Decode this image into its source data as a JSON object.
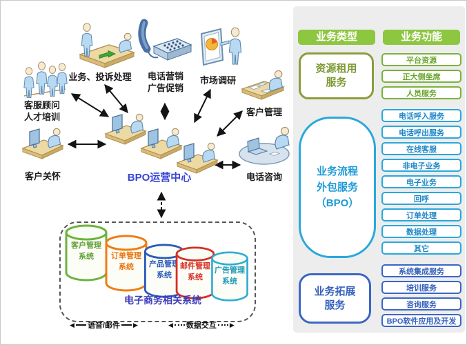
{
  "diagram": {
    "nodes": {
      "consultant_training": {
        "line1": "客服顾问",
        "line2": "人才培训"
      },
      "complaint_handling": {
        "label": "业务、投诉处理"
      },
      "telemarketing": {
        "line1": "电话营销",
        "line2": "广告促销"
      },
      "market_research": {
        "label": "市场调研"
      },
      "customer_care": {
        "label": "客户关怀"
      },
      "customer_management": {
        "label": "客户管理"
      },
      "phone_consultation": {
        "label": "电话咨询"
      },
      "bpo_center": {
        "label": "BPO运营中心",
        "color": "#3845d6"
      }
    },
    "database_group": {
      "title": "电子商务相关系统",
      "title_color": "#3a3ab8",
      "systems": [
        {
          "line1": "客户管理",
          "line2": "系统",
          "color": "#6cb33e"
        },
        {
          "line1": "订单管理",
          "line2": "系统",
          "color": "#f07d13"
        },
        {
          "line1": "产品管理",
          "line2": "系统",
          "color": "#2a5cb8"
        },
        {
          "line1": "邮件管理",
          "line2": "系统",
          "color": "#d52f21"
        },
        {
          "line1": "广告管理",
          "line2": "系统",
          "color": "#2fadd2"
        }
      ]
    },
    "legend": [
      {
        "label": "语音/邮件",
        "line_style": "solid"
      },
      {
        "label": "数据交互",
        "line_style": "dashed"
      }
    ]
  },
  "panel": {
    "headers": [
      {
        "label": "业务类型",
        "bg": "#8dc63f"
      },
      {
        "label": "业务功能",
        "bg": "#8dc63f"
      }
    ],
    "types": [
      {
        "line1": "资源租用",
        "line2": "服务",
        "line3": "",
        "color": "#7d9a33"
      },
      {
        "line1": "业务流程",
        "line2": "外包服务",
        "line3": "（BPO）",
        "color": "#1d9ad6"
      },
      {
        "line1": "业务拓展",
        "line2": "服务",
        "line3": "",
        "color": "#3560bd"
      }
    ],
    "functions": [
      {
        "label": "平台资源",
        "group": "green"
      },
      {
        "label": "正大侧坐席",
        "group": "green"
      },
      {
        "label": "人员服务",
        "group": "green"
      },
      {
        "label": "电话呼入服务",
        "group": "blue"
      },
      {
        "label": "电话呼出服务",
        "group": "blue"
      },
      {
        "label": "在线客服",
        "group": "blue"
      },
      {
        "label": "非电子业务",
        "group": "blue"
      },
      {
        "label": "电子业务",
        "group": "blue"
      },
      {
        "label": "回呼",
        "group": "blue"
      },
      {
        "label": "订单处理",
        "group": "blue"
      },
      {
        "label": "数据处理",
        "group": "blue"
      },
      {
        "label": "其它",
        "group": "blue"
      },
      {
        "label": "系统集成服务",
        "group": "navy"
      },
      {
        "label": "培训服务",
        "group": "navy"
      },
      {
        "label": "咨询服务",
        "group": "navy"
      },
      {
        "label": "BPO软件应用及开发",
        "group": "navy"
      }
    ]
  }
}
